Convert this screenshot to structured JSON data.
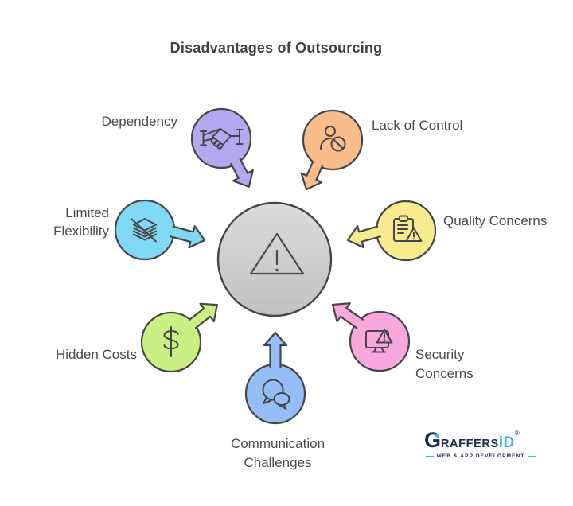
{
  "title": "Disadvantages of Outsourcing",
  "center": {
    "icon": "warning-triangle-icon",
    "fill_top": "#dcdcdc",
    "fill_bottom": "#c1c1c1",
    "stroke": "#45454c"
  },
  "stroke_color": "#45454c",
  "text_color": "#4a4a4a",
  "nodes": [
    {
      "id": "dependency",
      "lines": [
        "Dependency"
      ],
      "color": "#b6a8ee",
      "icon": "handshake-icon"
    },
    {
      "id": "lack-of-control",
      "lines": [
        "Lack of Control"
      ],
      "color": "#f8bd8a",
      "icon": "person-blocked-icon"
    },
    {
      "id": "limited-flexibility",
      "lines": [
        "Limited",
        "Flexibility"
      ],
      "color": "#7fd9f5",
      "icon": "layers-slash-icon"
    },
    {
      "id": "quality-concerns",
      "lines": [
        "Quality Concerns"
      ],
      "color": "#f6eb8d",
      "icon": "clipboard-warning-icon"
    },
    {
      "id": "hidden-costs",
      "lines": [
        "Hidden Costs"
      ],
      "color": "#c9f083",
      "icon": "dollar-icon"
    },
    {
      "id": "security-concerns",
      "lines": [
        "Security",
        "Concerns"
      ],
      "color": "#f9a8de",
      "icon": "monitor-warning-icon"
    },
    {
      "id": "communication-challenges",
      "lines": [
        "Communication",
        "Challenges"
      ],
      "color": "#94bef4",
      "icon": "speech-bubbles-icon"
    }
  ],
  "logo": {
    "letter_g": "G",
    "raffers": "RAFFERS",
    "id_suffix": "iD",
    "registered": "®",
    "tagline": "WEB & APP DEVELOPMENT",
    "navy": "#1e2b4e",
    "cyan": "#3db8d8"
  }
}
